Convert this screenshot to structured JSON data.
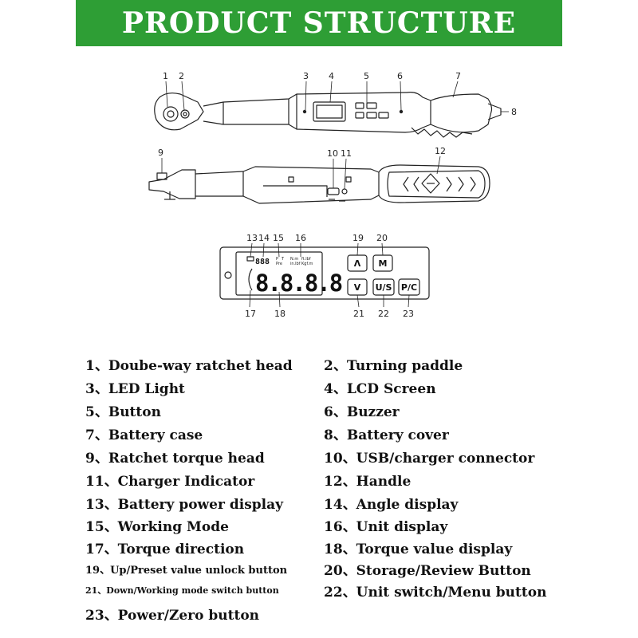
{
  "header": {
    "title": "PRODUCT STRUCTURE",
    "background": "#2e9e35"
  },
  "callouts": {
    "c1": "1",
    "c2": "2",
    "c3": "3",
    "c4": "4",
    "c5": "5",
    "c6": "6",
    "c7": "7",
    "c8": "8",
    "c9": "9",
    "c10": "10",
    "c11": "11",
    "c12": "12",
    "c13": "13",
    "c14": "14",
    "c15": "15",
    "c16": "16",
    "c17": "17",
    "c18": "18",
    "c19": "19",
    "c20": "20",
    "c21": "21",
    "c22": "22",
    "c23": "23"
  },
  "display": {
    "battery_digits": "888",
    "mode_p": "P",
    "mode_t": "T",
    "mode_pre": "Pre",
    "unit_nm": "N.m",
    "unit_kgf": "Kgf.m",
    "unit_lbf": "ft.lbf",
    "unit_inlb": "in.lbf",
    "torque_digits": "8.8.8.8",
    "btn_up": "Λ",
    "btn_m": "M",
    "btn_down": "V",
    "btn_us": "U/S",
    "btn_pc": "P/C"
  },
  "legend": [
    {
      "left": "1、Doube-way ratchet head",
      "right": "2、Turning paddle"
    },
    {
      "left": "3、LED Light",
      "right": "4、LCD Screen"
    },
    {
      "left": "5、Button",
      "right": "6、Buzzer"
    },
    {
      "left": "7、Battery case",
      "right": "8、Battery cover"
    },
    {
      "left": "9、Ratchet torque head",
      "right": "10、USB/charger connector"
    },
    {
      "left": "11、Charger Indicator",
      "right": "12、Handle"
    },
    {
      "left": "13、Battery power display",
      "right": "14、Angle display"
    },
    {
      "left": "15、Working Mode",
      "right": "16、Unit display"
    },
    {
      "left": "17、Torque direction",
      "right": "18、Torque value display"
    },
    {
      "left": "19、Up/Preset value unlock button",
      "right": "20、Storage/Review Button"
    },
    {
      "left": "21、Down/Working mode switch button",
      "right": "22、Unit switch/Menu button"
    },
    {
      "left": "23、Power/Zero button",
      "right": ""
    }
  ]
}
